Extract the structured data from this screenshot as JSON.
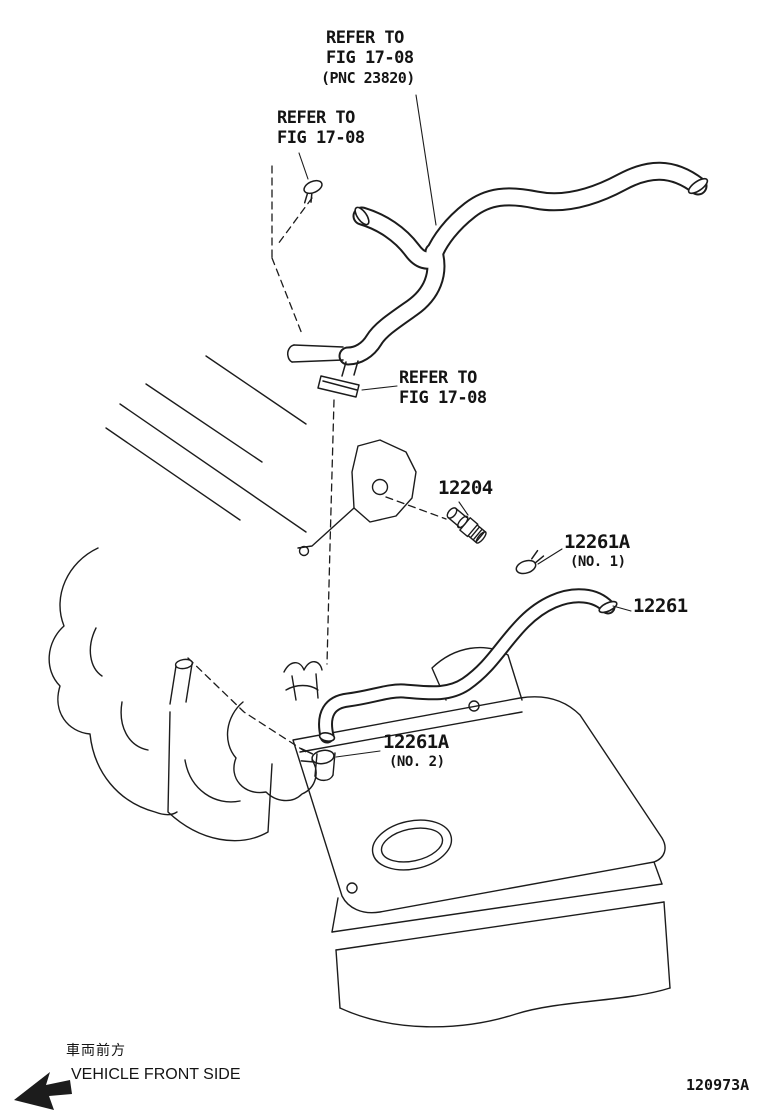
{
  "callouts": {
    "refer_top": {
      "l1": "REFER TO",
      "l2": "FIG 17-08",
      "l3": "(PNC 23820)"
    },
    "refer_left": {
      "l1": "REFER TO",
      "l2": "FIG 17-08"
    },
    "refer_mid": {
      "l1": "REFER TO",
      "l2": "FIG 17-08"
    },
    "p12204": {
      "num": "12204"
    },
    "p12261a1": {
      "num": "12261A",
      "note": "(NO. 1)"
    },
    "p12261": {
      "num": "12261"
    },
    "p12261a2": {
      "num": "12261A",
      "note": "(NO. 2)"
    }
  },
  "footer": {
    "jp": "車両前方",
    "en": "VEHICLE FRONT SIDE",
    "doc": "120973A"
  },
  "colors": {
    "line": "#1c1c1c",
    "bg": "#ffffff"
  }
}
